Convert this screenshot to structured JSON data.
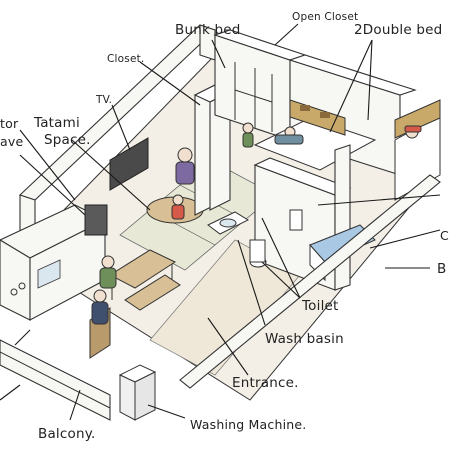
{
  "labels": {
    "bunk_bed": "Bunk bed",
    "open_closet": "Open Closet",
    "double_bed": "2Double bed",
    "closet": "Closet.",
    "tv": "TV.",
    "tatami": "Tatami",
    "tatami_space": "Space.",
    "refrigerator_partial": "tor",
    "microwave_partial": "ave",
    "right_c_partial": "C",
    "right_b_partial": "B",
    "toilet": "Toilet",
    "wash_basin": "Wash basin",
    "entrance": "Entrance.",
    "washing_machine": "Washing Machine.",
    "balcony": "Balcony."
  },
  "colors": {
    "floor_wood": "#f1ebe0",
    "tatami": "#e7e9d6",
    "bed_tan": "#c9a96a",
    "bath_blue": "#a9c8e4",
    "person_red": "#d65a4a",
    "person_green": "#6f8f5a",
    "person_navy": "#3f4f6e",
    "table_wood": "#d8bf96"
  }
}
